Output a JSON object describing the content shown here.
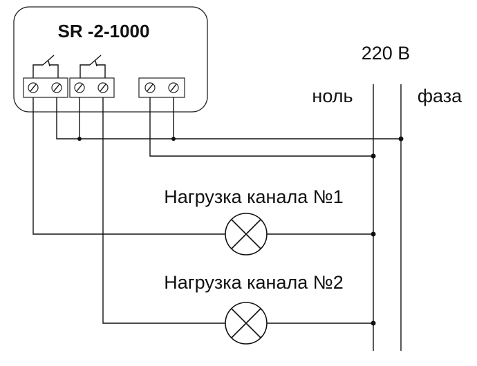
{
  "device": {
    "model": "SR -2-1000"
  },
  "supply": {
    "voltage": "220 В",
    "neutral_label": "ноль",
    "phase_label": "фаза"
  },
  "loads": [
    {
      "label": "Нагрузка канала №1"
    },
    {
      "label": "Нагрузка канала №2"
    }
  ],
  "colors": {
    "line": "#111111",
    "background": "#ffffff"
  }
}
